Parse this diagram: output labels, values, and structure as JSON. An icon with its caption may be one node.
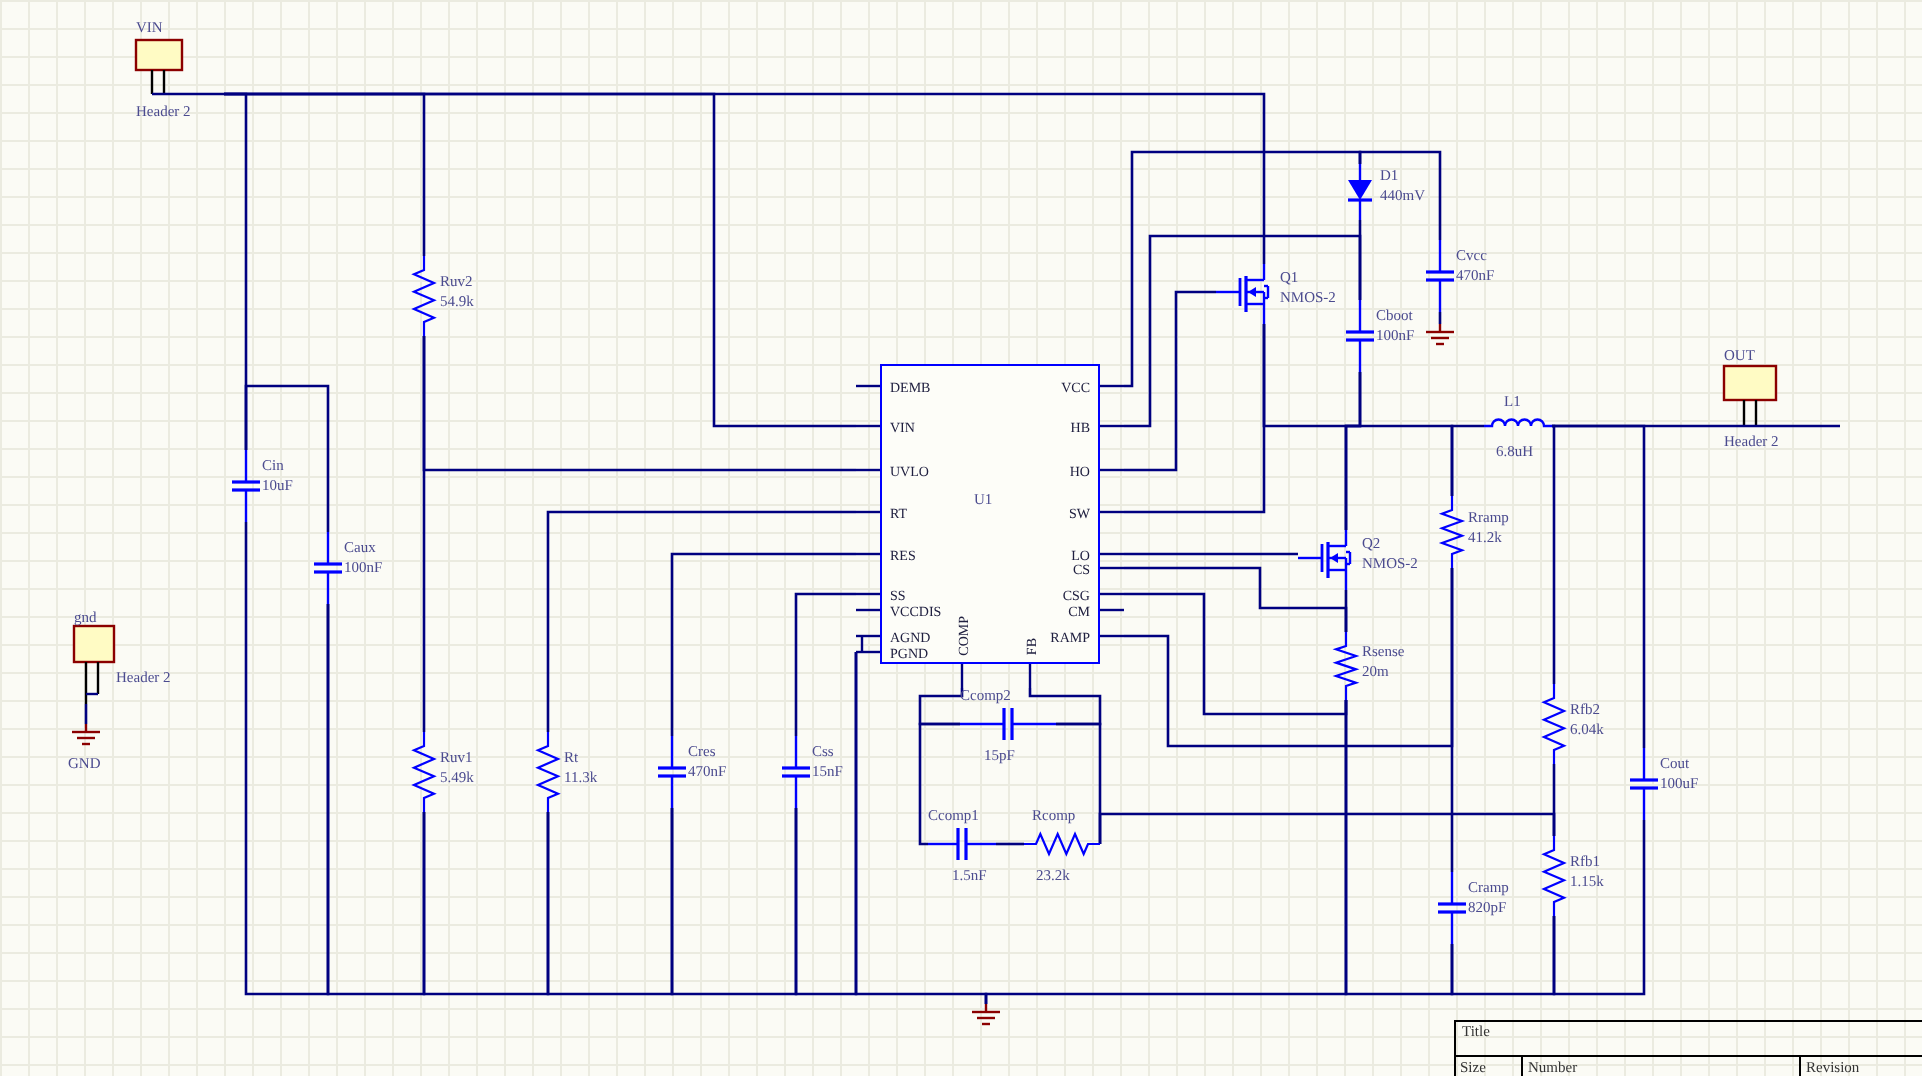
{
  "diagram": {
    "nodes": [
      {
        "text": [
          "VIN",
          "Header 2"
        ]
      },
      {
        "text": [
          "gnd",
          "Header 2"
        ]
      },
      {
        "text": [
          "GND"
        ]
      },
      {
        "text": [
          "OUT",
          "Header 2"
        ]
      },
      {
        "text": [
          "Cin",
          "10uF"
        ]
      },
      {
        "text": [
          "Caux",
          "100nF"
        ]
      },
      {
        "text": [
          "Ruv2",
          "54.9k"
        ]
      },
      {
        "text": [
          "Ruv1",
          "5.49k"
        ]
      },
      {
        "text": [
          "Rt",
          "11.3k"
        ]
      },
      {
        "text": [
          "Cres",
          "470nF"
        ]
      },
      {
        "text": [
          "Css",
          "15nF"
        ]
      },
      {
        "text": [
          "U1",
          "DEMB",
          "VIN",
          "UVLO",
          "RT",
          "RES",
          "SS",
          "VCCDIS",
          "AGND",
          "PGND",
          "COMP",
          "FB",
          "VCC",
          "HB",
          "HO",
          "SW",
          "LO",
          "CS",
          "CSG",
          "CM",
          "RAMP"
        ]
      },
      {
        "text": [
          "Q1",
          "NMOS-2"
        ]
      },
      {
        "text": [
          "D1",
          "440mV"
        ]
      },
      {
        "text": [
          "Cvcc",
          "470nF"
        ]
      },
      {
        "text": [
          "Cboot",
          "100nF"
        ]
      },
      {
        "text": [
          "L1",
          "6.8uH"
        ]
      },
      {
        "text": [
          "Q2",
          "NMOS-2"
        ]
      },
      {
        "text": [
          "Rramp",
          "41.2k"
        ]
      },
      {
        "text": [
          "Rsense",
          "20m"
        ]
      },
      {
        "text": [
          "Ccomp2",
          "15pF"
        ]
      },
      {
        "text": [
          "Ccomp1",
          "1.5nF"
        ]
      },
      {
        "text": [
          "Rcomp",
          "23.2k"
        ]
      },
      {
        "text": [
          "Cramp",
          "820pF"
        ]
      },
      {
        "text": [
          "Rfb2",
          "6.04k"
        ]
      },
      {
        "text": [
          "Rfb1",
          "1.15k"
        ]
      },
      {
        "text": [
          "Cout",
          "100uF"
        ]
      },
      {
        "text": [],
        "shape": "ground"
      },
      {
        "text": [],
        "shape": "ground"
      }
    ],
    "edges": [
      {
        "from": 0,
        "to": 4,
        "arrow": "none"
      },
      {
        "from": 0,
        "to": 6,
        "arrow": "none"
      },
      {
        "from": 0,
        "to": 11,
        "arrow": "none"
      },
      {
        "from": 0,
        "to": 12,
        "arrow": "none"
      },
      {
        "from": 4,
        "to": 5,
        "arrow": "none"
      },
      {
        "from": 6,
        "to": 7,
        "arrow": "none"
      },
      {
        "from": 6,
        "to": 11,
        "arrow": "none"
      },
      {
        "from": 11,
        "to": 8,
        "arrow": "none"
      },
      {
        "from": 11,
        "to": 9,
        "arrow": "none"
      },
      {
        "from": 11,
        "to": 10,
        "arrow": "none"
      },
      {
        "from": 4,
        "to": 5,
        "arrow": "none"
      },
      {
        "from": 5,
        "to": 7,
        "arrow": "none"
      },
      {
        "from": 7,
        "to": 8,
        "arrow": "none"
      },
      {
        "from": 8,
        "to": 9,
        "arrow": "none"
      },
      {
        "from": 9,
        "to": 10,
        "arrow": "none"
      },
      {
        "from": 10,
        "to": 11,
        "arrow": "none"
      },
      {
        "from": 11,
        "to": 27,
        "arrow": "none"
      },
      {
        "from": 27,
        "to": 19,
        "arrow": "none"
      },
      {
        "from": 19,
        "to": 23,
        "arrow": "none"
      },
      {
        "from": 23,
        "to": 25,
        "arrow": "none"
      },
      {
        "from": 25,
        "to": 26,
        "arrow": "none"
      },
      {
        "from": 1,
        "to": 2,
        "arrow": "none"
      },
      {
        "from": 11,
        "to": 13,
        "arrow": "none"
      },
      {
        "from": 13,
        "to": 14,
        "arrow": "none"
      },
      {
        "from": 14,
        "to": 28,
        "arrow": "none"
      },
      {
        "from": 11,
        "to": 15,
        "arrow": "none"
      },
      {
        "from": 13,
        "to": 15,
        "arrow": "none"
      },
      {
        "from": 11,
        "to": 12,
        "arrow": "none"
      },
      {
        "from": 11,
        "to": 12,
        "arrow": "none"
      },
      {
        "from": 12,
        "to": 15,
        "arrow": "none"
      },
      {
        "from": 15,
        "to": 17,
        "arrow": "none"
      },
      {
        "from": 17,
        "to": 18,
        "arrow": "none"
      },
      {
        "from": 18,
        "to": 16,
        "arrow": "none"
      },
      {
        "from": 11,
        "to": 17,
        "arrow": "none"
      },
      {
        "from": 17,
        "to": 19,
        "arrow": "none"
      },
      {
        "from": 11,
        "to": 19,
        "arrow": "none"
      },
      {
        "from": 11,
        "to": 19,
        "arrow": "none"
      },
      {
        "from": 11,
        "to": 18,
        "arrow": "none"
      },
      {
        "from": 18,
        "to": 23,
        "arrow": "none"
      },
      {
        "from": 16,
        "to": 24,
        "arrow": "none"
      },
      {
        "from": 16,
        "to": 26,
        "arrow": "none"
      },
      {
        "from": 16,
        "to": 3,
        "arrow": "none"
      },
      {
        "from": 24,
        "to": 25,
        "arrow": "none"
      },
      {
        "from": 11,
        "to": 20,
        "arrow": "none"
      },
      {
        "from": 20,
        "to": 22,
        "arrow": "none"
      },
      {
        "from": 22,
        "to": 25,
        "arrow": "none"
      },
      {
        "from": 11,
        "to": 20,
        "arrow": "none"
      },
      {
        "from": 20,
        "to": 21,
        "arrow": "none"
      },
      {
        "from": 21,
        "to": 22,
        "arrow": "none"
      }
    ],
    "labels": [
      "Title",
      "Size",
      "Number",
      "Revision"
    ]
  }
}
